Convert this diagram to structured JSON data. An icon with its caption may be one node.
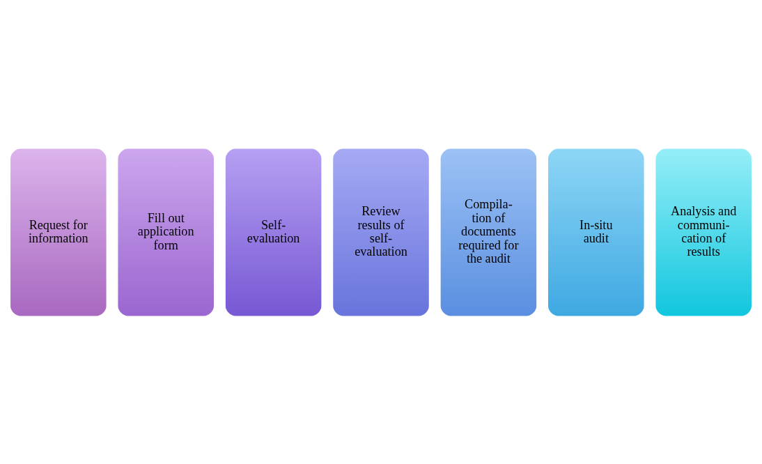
{
  "diagram": {
    "nodes": [
      {
        "text": [
          "Request for information"
        ]
      },
      {
        "text": [
          "Fill out application form"
        ]
      },
      {
        "text": [
          "Self- evaluation"
        ]
      },
      {
        "text": [
          "Review results of self- evaluation"
        ]
      },
      {
        "text": [
          "Compila- tion of documents required for the audit"
        ]
      },
      {
        "text": [
          "In-situ audit"
        ]
      },
      {
        "text": [
          "Analysis and communi- cation of results"
        ]
      }
    ],
    "edges": []
  }
}
